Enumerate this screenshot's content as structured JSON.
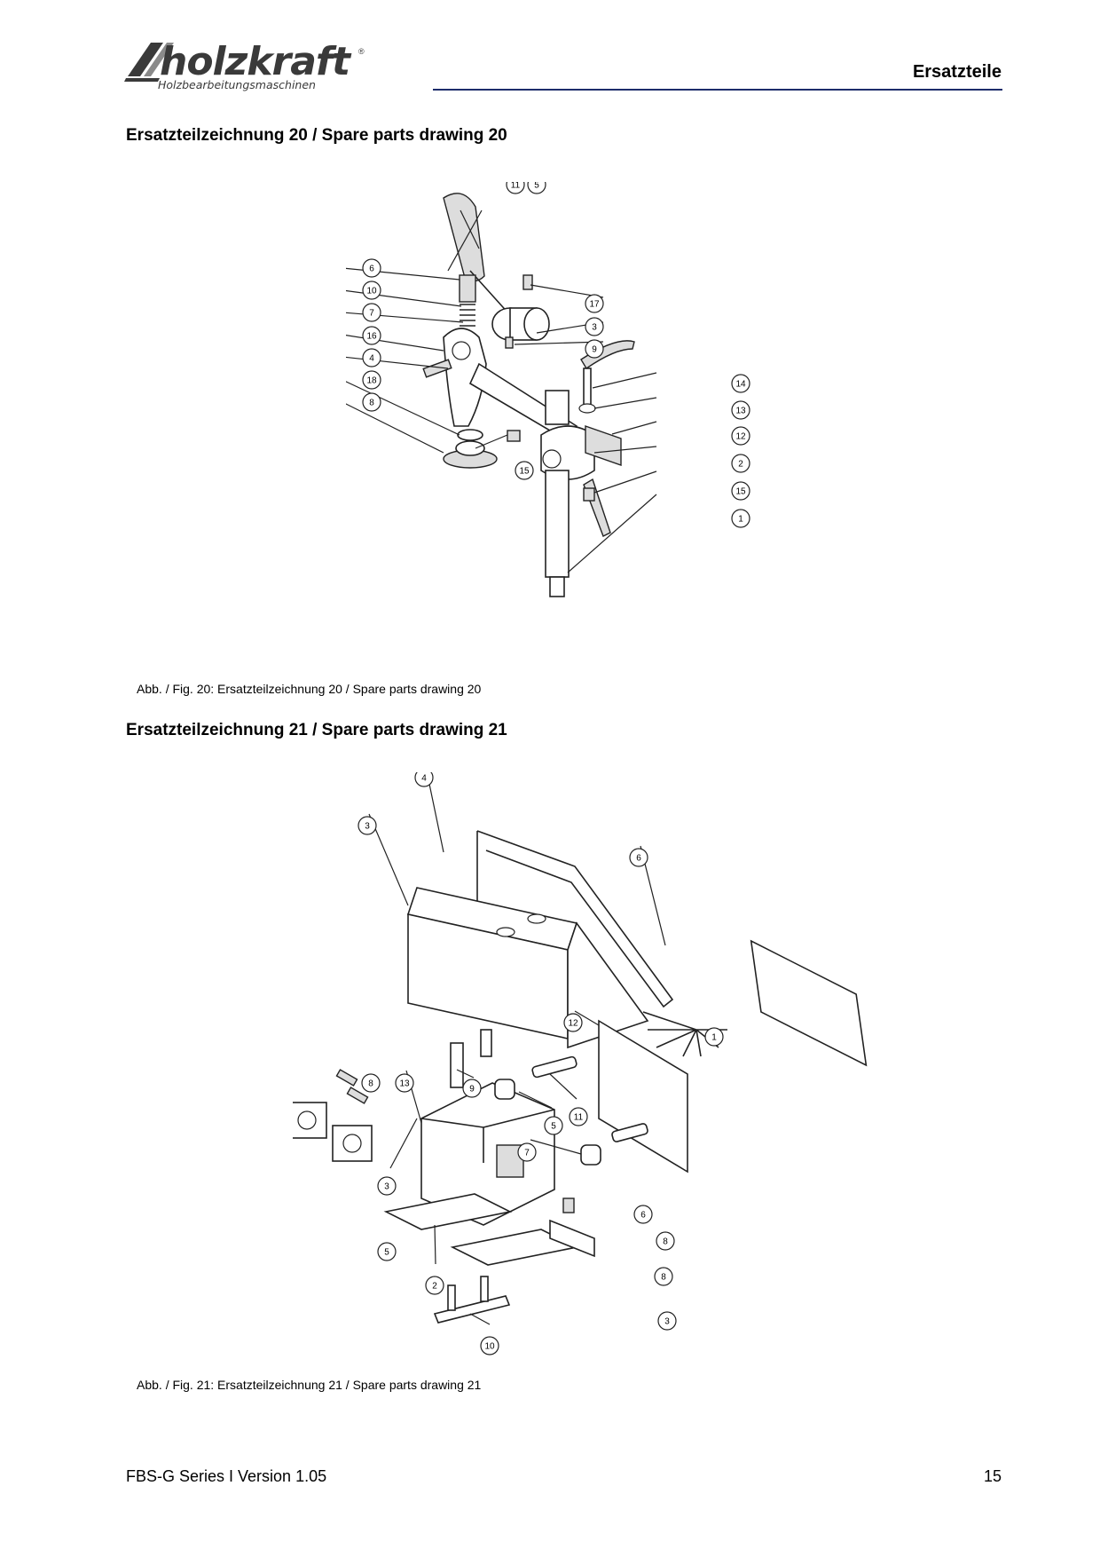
{
  "header": {
    "brand": "holzkraft",
    "brand_sub": "Holzbearbeitungsmaschinen",
    "registered": "®",
    "section": "Ersatzteile",
    "rule_color": "#1d2c6b"
  },
  "figure20": {
    "title": "Ersatzteilzeichnung 20 / Spare parts drawing 20",
    "caption": "Abb. / Fig. 20:  Ersatzteilzeichnung 20 / Spare parts drawing 20",
    "callouts": [
      "11",
      "5",
      "6",
      "10",
      "7",
      "16",
      "4",
      "18",
      "8",
      "17",
      "3",
      "9",
      "14",
      "13",
      "12",
      "2",
      "15",
      "15",
      "1"
    ]
  },
  "figure21": {
    "title": "Ersatzteilzeichnung 21 / Spare parts drawing 21",
    "caption": "Abb. / Fig. 21:  Ersatzteilzeichnung 21 / Spare parts drawing 21",
    "callouts": [
      "4",
      "3",
      "6",
      "12",
      "1",
      "8",
      "13",
      "9",
      "5",
      "11",
      "7",
      "3",
      "6",
      "5",
      "8",
      "2",
      "8",
      "3",
      "10"
    ]
  },
  "footer": {
    "left": "FBS-G Series I Version 1.05",
    "page": "15"
  }
}
